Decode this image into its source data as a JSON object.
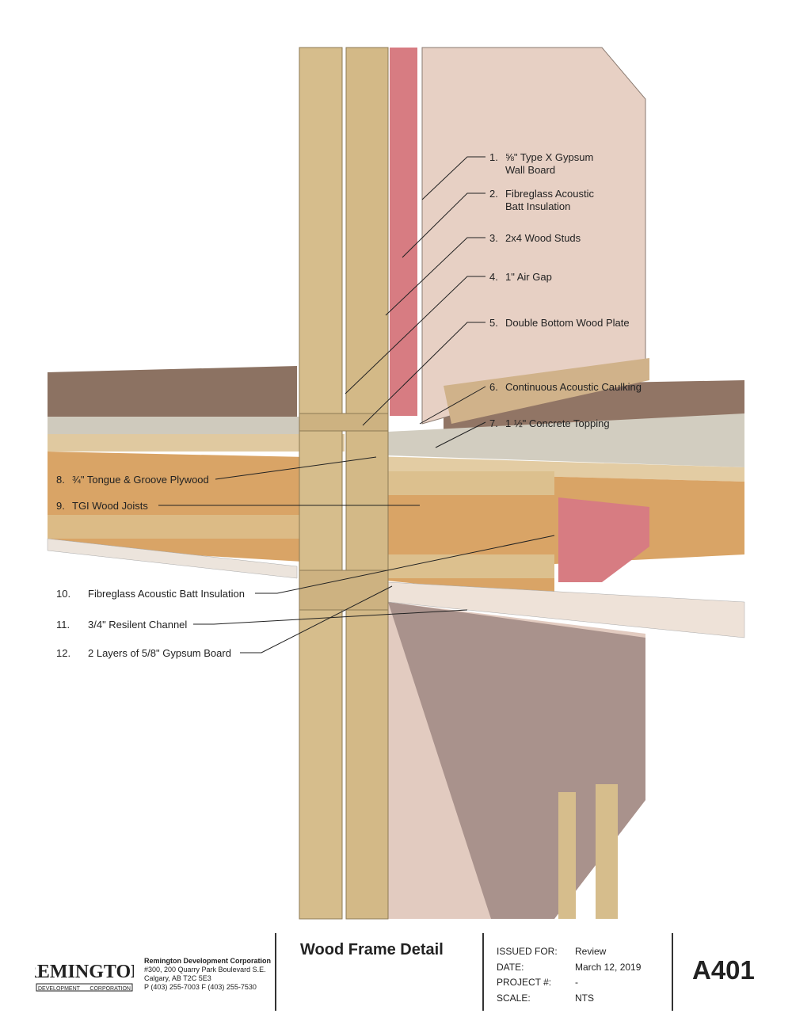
{
  "drawing": {
    "labels": [
      {
        "num": "1.",
        "lines": [
          "⅝\" Type X Gypsum",
          "Wall Board"
        ]
      },
      {
        "num": "2.",
        "lines": [
          "Fibreglass Acoustic",
          "Batt Insulation"
        ]
      },
      {
        "num": "3.",
        "lines": [
          "2x4 Wood Studs"
        ]
      },
      {
        "num": "4.",
        "lines": [
          "1\" Air Gap"
        ]
      },
      {
        "num": "5.",
        "lines": [
          "Double Bottom Wood Plate"
        ]
      },
      {
        "num": "6.",
        "lines": [
          "Continuous Acoustic Caulking"
        ]
      },
      {
        "num": "7.",
        "lines": [
          "1 ½\" Concrete Topping"
        ]
      },
      {
        "num": "8.",
        "lines": [
          "¾\" Tongue & Groove Plywood"
        ]
      },
      {
        "num": "9.",
        "lines": [
          "TGI Wood Joists"
        ]
      },
      {
        "num": "10.",
        "lines": [
          "Fibreglass Acoustic Batt Insulation"
        ]
      },
      {
        "num": "11.",
        "lines": [
          "3/4\" Resilent Channel"
        ]
      },
      {
        "num": "12.",
        "lines": [
          "2 Layers of 5/8\" Gypsum Board"
        ]
      }
    ]
  },
  "title_block": {
    "logo_text": [
      "REMINGTON",
      "DEVELOPMENT",
      "CORPORATION"
    ],
    "company": "Remington Development Corporation",
    "address1": "#300, 200 Quarry Park Boulevard S.E.",
    "address2": "Calgary, AB  T2C 5E3",
    "phone": "P (403) 255-7003  F (403) 255-7530",
    "title": "Wood Frame Detail",
    "fields": [
      {
        "label": "ISSUED FOR:",
        "value": "Review"
      },
      {
        "label": "DATE:",
        "value": "March 12, 2019"
      },
      {
        "label": "PROJECT #:",
        "value": "-"
      },
      {
        "label": "SCALE:",
        "value": "NTS"
      }
    ],
    "sheet": "A401"
  },
  "colors": {
    "wood": "#d6bd8c",
    "osb": "#d9a466",
    "insulation": "#d77c82",
    "gypsum": "#e7d0c4",
    "concrete": "#cfcabd",
    "floor": "#8c7262"
  }
}
